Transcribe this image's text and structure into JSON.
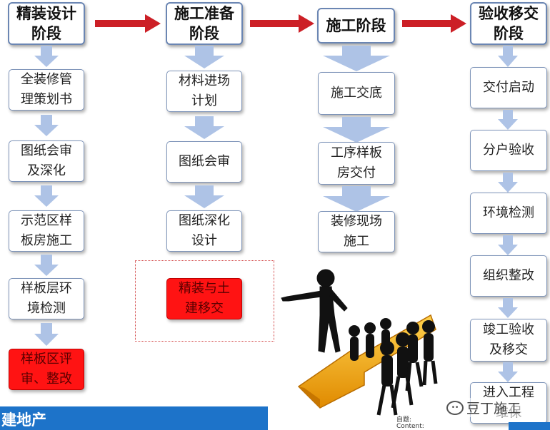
{
  "headers": [
    "精装设计\n阶段",
    "施工准备\n阶段",
    "施工阶段",
    "验收移交\n阶段"
  ],
  "col1": [
    "全装修管\n理策划书",
    "图纸会审\n及深化",
    "示范区样\n板房施工",
    "样板层环\n境检测",
    "样板区评\n审、整改"
  ],
  "col2": [
    "材料进场\n计划",
    "图纸会审",
    "图纸深化\n设计",
    "精装与土\n建移交"
  ],
  "col3": [
    "施工交底",
    "工序样板\n房交付",
    "装修现场\n施工"
  ],
  "col4": [
    "交付启动",
    "分户验收",
    "环境检测",
    "组织整改",
    "竣工验收\n及移交",
    "进入工程\n维保"
  ],
  "footer": {
    "company": "建地产",
    "small_text": "自题:\nContent:",
    "watermark": "豆丁施工"
  },
  "colors": {
    "arrow_red": "#cc1f26",
    "arrow_blue": "#aec3e6",
    "highlight": "#ff1313",
    "footer_blue": "#1d73c9"
  }
}
